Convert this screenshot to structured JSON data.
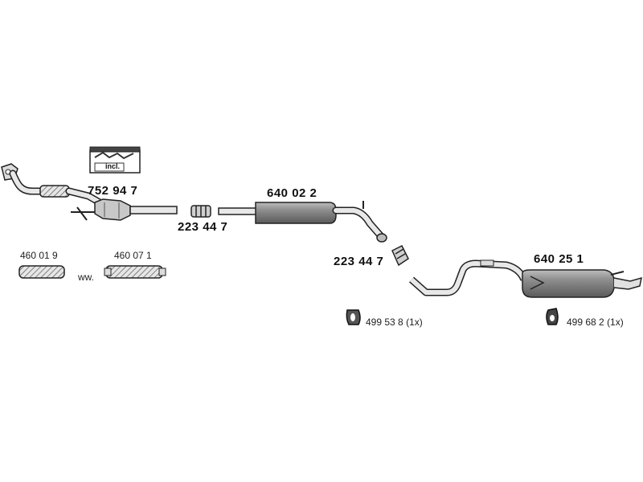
{
  "parts": {
    "front_pipe_kit": "752 94 7",
    "kit_included_label": "incl.",
    "clamp_front": "223 44 7",
    "middle_silencer": "640 02 2",
    "clamp_rear": "223 44 7",
    "rear_silencer": "640 25 1",
    "flex_pipe_a": "460 01 9",
    "alternative_label": "ww.",
    "flex_pipe_b": "460 07 1",
    "mount_a": "499 53 8",
    "mount_a_qty": "(1x)",
    "mount_b": "499 68 2",
    "mount_b_qty": "(1x)"
  },
  "colors": {
    "line": "#222222",
    "fill_light": "#dcdcdc",
    "fill_mid": "#9a9a9a",
    "background": "#ffffff"
  }
}
